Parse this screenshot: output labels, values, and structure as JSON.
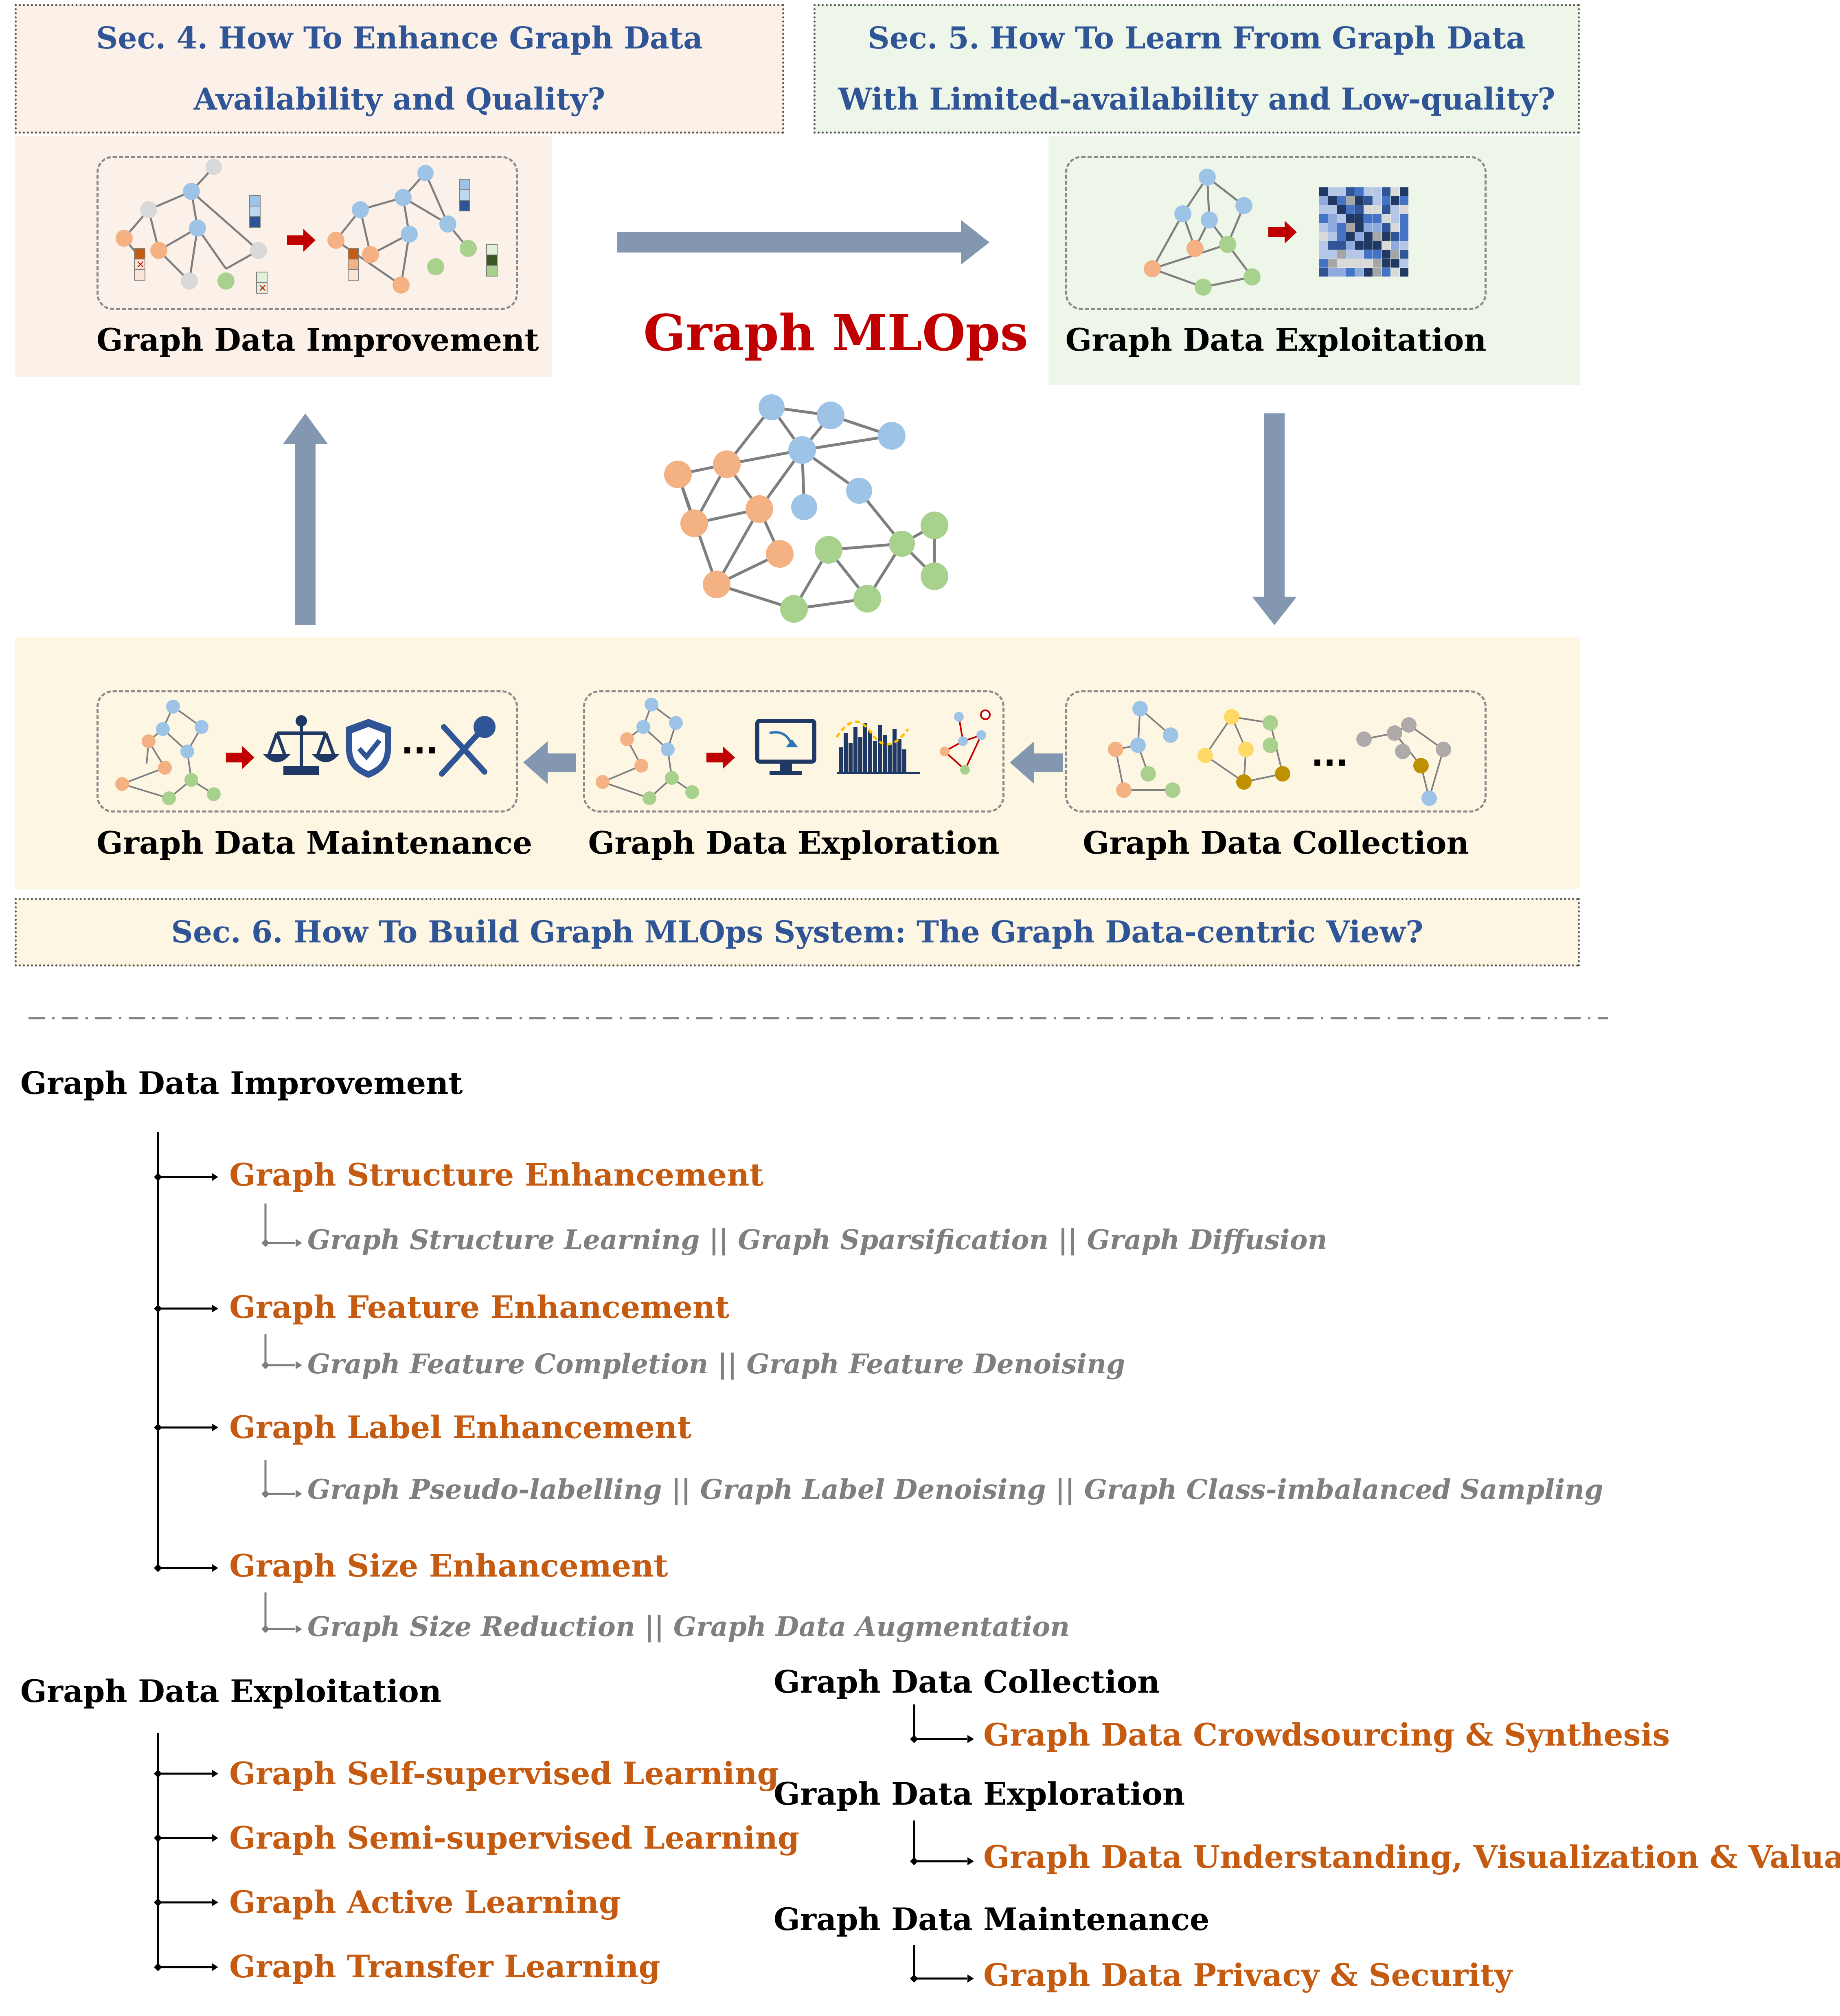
{
  "sections": {
    "sec4": {
      "line1": "Sec. 4. How To Enhance Graph Data",
      "line2": "Availability and Quality?"
    },
    "sec5": {
      "line1": "Sec. 5. How To Learn From Graph Data",
      "line2": "With Limited-availability and Low-quality?"
    },
    "sec6": {
      "text": "Sec. 6. How To Build Graph MLOps System: The Graph Data-centric View?"
    }
  },
  "center_title": "Graph MLOps",
  "stages": {
    "improvement": "Graph Data Improvement",
    "exploitation": "Graph Data Exploitation",
    "maintenance": "Graph Data Maintenance",
    "exploration": "Graph Data Exploration",
    "collection": "Graph Data Collection"
  },
  "tree": {
    "improvement": {
      "title": "Graph Data Improvement",
      "items": [
        {
          "label": "Graph Structure Enhancement",
          "sub": "Graph Structure Learning || Graph Sparsification || Graph Diffusion"
        },
        {
          "label": "Graph Feature Enhancement",
          "sub": "Graph Feature Completion || Graph Feature Denoising"
        },
        {
          "label": "Graph Label Enhancement",
          "sub": "Graph Pseudo-labelling || Graph Label Denoising || Graph Class-imbalanced Sampling"
        },
        {
          "label": "Graph Size Enhancement",
          "sub": "Graph Size Reduction || Graph Data Augmentation"
        }
      ]
    },
    "exploitation": {
      "title": "Graph Data Exploitation",
      "items": [
        "Graph Self-supervised Learning",
        "Graph Semi-supervised Learning",
        "Graph Active Learning",
        "Graph Transfer Learning"
      ]
    },
    "collection": {
      "title": "Graph Data Collection",
      "item": "Graph Data Crowdsourcing & Synthesis"
    },
    "exploration": {
      "title": "Graph Data Exploration",
      "item": "Graph Data Understanding, Visualization & Valuation"
    },
    "maintenance": {
      "title": "Graph Data Maintenance",
      "item": "Graph Data Privacy & Security"
    }
  },
  "ellipsis": "...",
  "colors": {
    "section_text": "#2f5597",
    "title_red": "#c00000",
    "item_orange": "#c55a11",
    "sub_gray": "#7f7f7f",
    "arrow": "#8497b0",
    "small_arrow": "#c00000",
    "panel_pink": "#fbf1e9",
    "panel_green": "#eef5e9",
    "panel_yellow": "#fdf6e3",
    "node_orange": "#f4b183",
    "node_blue": "#9dc3e6",
    "node_green": "#a9d18e",
    "node_gray": "#d9d9d9",
    "node_yellow": "#ffd966",
    "node_gold": "#bf9000"
  },
  "icons": [
    "scale-icon",
    "shield-check-icon",
    "wrench-icon",
    "monitor-icon",
    "bar-chart-icon",
    "heatmap-icon"
  ]
}
